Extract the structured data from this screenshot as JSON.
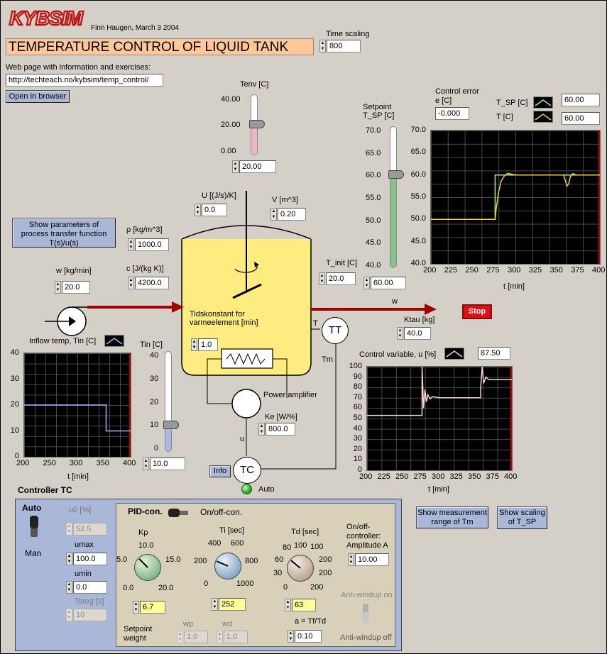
{
  "header": {
    "logo": "KYBSIM",
    "author": "Finn Haugen, March 3 2004",
    "title": "TEMPERATURE CONTROL OF LIQUID TANK",
    "web_label": "Web page with information and exercises:",
    "web_url": "http://techteach.no/kybsim/temp_control/",
    "open_browser": "Open in browser",
    "time_scaling_label": "Time scaling",
    "time_scaling": "800"
  },
  "env": {
    "label": "Tenv [C]",
    "ticks": [
      "40.00",
      "20.00",
      "0.00"
    ],
    "value": "20.00",
    "level": 0.5
  },
  "process": {
    "show_params": "Show parameters of process transfer function T(s)/u(s)",
    "U_label": "U [(J/s)/K]",
    "U": "0.0",
    "V_label": "V [m^3]",
    "V": "0.20",
    "rho_label": "ρ [kg/m^3]",
    "rho": "1000.0",
    "c_label": "c [J/(kg K)]",
    "c": "4200.0",
    "w_label": "w [kg/min]",
    "w": "20.0",
    "Tinit_label": "T_init [C]",
    "Tinit": "20.0",
    "tau_label": "Tidskonstant for varmeelement [min]",
    "tau": "1.0",
    "w_out": "w",
    "T_lab": "T",
    "Tm_lab": "Tm",
    "TT": "TT",
    "TC": "TC",
    "power_amp": "Power amplifier",
    "Ke_label": "Ke [W/%]",
    "Ke": "800.0",
    "u_lab": "u",
    "Ktau_label": "Ktau [kg]",
    "Ktau": "40.0",
    "stop": "Stop",
    "info": "Info",
    "auto_label": "Auto"
  },
  "setpoint": {
    "label": "Setpoint T_SP [C]",
    "ticks": [
      "70.0",
      "65.0",
      "60.0",
      "55.0",
      "50.0",
      "45.0",
      "40.0"
    ],
    "value": "60.00",
    "level": 0.667
  },
  "temp_chart": {
    "err_label": "Control error e [C]",
    "err": "-0.000",
    "tsp_label": "T_SP [C]",
    "tsp": "60.00",
    "t_label": "T [C]",
    "t": "60.00"
  },
  "inflow": {
    "label": "Inflow temp, Tin [C]",
    "tin_label": "Tin [C]",
    "ticks": [
      "40",
      "30",
      "20",
      "10",
      "0"
    ],
    "value": "10.0",
    "level": 0.25
  },
  "u_chart": {
    "label": "Control variable, u [%]",
    "value": "87.50"
  },
  "controller": {
    "title": "Controller TC",
    "auto": "Auto",
    "man": "Man",
    "u0_label": "u0 [%]",
    "u0": "52.5",
    "umax_label": "umax",
    "umax": "100.0",
    "umin_label": "umin",
    "umin": "0.0",
    "tsreg_label": "Tsreg [s]",
    "tsreg": "10",
    "pid": "PID-con.",
    "onoff": "On/off-con.",
    "kp_label": "Kp",
    "kp_ticks": [
      "10.0",
      "5.0",
      "15.0",
      "0.0",
      "20.0"
    ],
    "kp": "6.7",
    "kp_level": 0.335,
    "ti_label": "Ti [sec]",
    "ti_ticks": [
      "400",
      "600",
      "200",
      "800",
      "0",
      "1000"
    ],
    "ti": "252",
    "ti_level": 0.252,
    "td_label": "Td [sec]",
    "td_ticks": [
      "80",
      "100",
      "100",
      "60",
      "200",
      "30",
      "200",
      "0",
      "200"
    ],
    "td": "63",
    "td_level": 0.315,
    "onoff_label": "On/off-controller: Amplitude A",
    "amplitude": "10.00",
    "aw_on": "Anti-windup on",
    "aw_off": "Anti-windup off",
    "sp_weight": "Setpoint weight",
    "wp_label": "wp",
    "wp": "1.0",
    "wd_label": "wd",
    "wd": "1.0",
    "a_label": "a = Tf/Td",
    "a": "0.10"
  },
  "buttons": {
    "meas_range": "Show measurement range of Tm",
    "scaling": "Show scaling of T_SP"
  },
  "chart_data": [
    {
      "type": "line",
      "title": "",
      "xlabel": "t [min]",
      "ylabel": "",
      "xlim": [
        200,
        400
      ],
      "ylim": [
        40,
        70
      ],
      "x_ticks": [
        "200",
        "225",
        "250",
        "275",
        "300",
        "325",
        "350",
        "375",
        "400"
      ],
      "y_ticks": [
        "70.0",
        "65.0",
        "60.0",
        "55.0",
        "50.0",
        "45.0",
        "40.0"
      ],
      "series": [
        {
          "name": "T_SP [C]",
          "color": "#a8e8a8",
          "points": [
            [
              200,
              50
            ],
            [
              276,
              50
            ],
            [
              276,
              60
            ],
            [
              400,
              60
            ]
          ]
        },
        {
          "name": "T [C]",
          "color": "#f2d23a",
          "points": [
            [
              200,
              50
            ],
            [
              276,
              50
            ],
            [
              277,
              52
            ],
            [
              280,
              56
            ],
            [
              283,
              58.6
            ],
            [
              287,
              59.8
            ],
            [
              291,
              60.4
            ],
            [
              295,
              60.2
            ],
            [
              300,
              60
            ],
            [
              357,
              60
            ],
            [
              359,
              58.8
            ],
            [
              361,
              57.5
            ],
            [
              363,
              58
            ],
            [
              365,
              59.6
            ],
            [
              368,
              60.3
            ],
            [
              372,
              60
            ],
            [
              400,
              60
            ]
          ]
        }
      ]
    },
    {
      "type": "line",
      "title": "",
      "xlabel": "t [min]",
      "ylabel": "",
      "xlim": [
        200,
        400
      ],
      "ylim": [
        0,
        40
      ],
      "x_ticks": [
        "200",
        "250",
        "300",
        "350",
        "400"
      ],
      "y_ticks": [
        "40",
        "30",
        "20",
        "10",
        "0"
      ],
      "series": [
        {
          "name": "Inflow temp, Tin [C]",
          "color": "#b0b0ff",
          "points": [
            [
              200,
              20
            ],
            [
              354,
              20
            ],
            [
              354,
              10
            ],
            [
              400,
              10
            ]
          ]
        }
      ]
    },
    {
      "type": "line",
      "title": "",
      "xlabel": "t [min]",
      "ylabel": "",
      "xlim": [
        200,
        400
      ],
      "ylim": [
        0,
        100
      ],
      "x_ticks": [
        "200",
        "225",
        "250",
        "275",
        "300",
        "325",
        "350",
        "375",
        "400"
      ],
      "y_ticks": [
        "100",
        "90",
        "80",
        "70",
        "60",
        "50",
        "40",
        "30",
        "20",
        "10",
        "0"
      ],
      "series": [
        {
          "name": "Control variable, u [%]",
          "color": "#f0d8d0",
          "points": [
            [
              200,
              53
            ],
            [
              276,
              53
            ],
            [
              276,
              100
            ],
            [
              278,
              60
            ],
            [
              280,
              78
            ],
            [
              282,
              66
            ],
            [
              284,
              73
            ],
            [
              287,
              69
            ],
            [
              290,
              71
            ],
            [
              300,
              70
            ],
            [
              357,
              70
            ],
            [
              357,
              80
            ],
            [
              359,
              100
            ],
            [
              361,
              84
            ],
            [
              364,
              90
            ],
            [
              368,
              87.5
            ],
            [
              400,
              87.5
            ]
          ]
        }
      ]
    }
  ]
}
